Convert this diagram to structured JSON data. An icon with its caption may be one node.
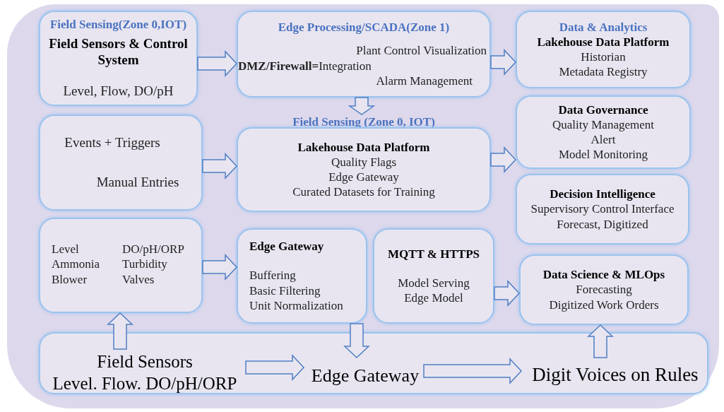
{
  "diagram": {
    "nodes": [
      {
        "text": [
          "Field Sensing(Zone 0,IOT)",
          "Field Sensors & Control System",
          "Level, Flow, DO/pH"
        ]
      },
      {
        "text": [
          "Edge Processing/SCADA(Zone 1)",
          "Plant Control Visualization",
          "**DMZ/Firewall=**Integration",
          "Alarm Management"
        ]
      },
      {
        "text": [
          "Data & Analytics",
          "Lakehouse Data Platform",
          "Historian",
          "Metadata Registry"
        ]
      },
      {
        "text": [
          "Events + Triggers",
          "Manual Entries"
        ]
      },
      {
        "text": [
          "Field Sensing (Zone 0, IOT)",
          "Lakehouse Data Platform",
          "Quality Flags",
          "Edge Gateway",
          "Curated Datasets for Training"
        ]
      },
      {
        "text": [
          "Data Governance",
          "Quality Management",
          "Alert",
          "Model Monitoring"
        ]
      },
      {
        "text": [
          "Decision Intelligence",
          "Supervisory Control Interface",
          "Forecast, Digitized"
        ]
      },
      {
        "text": [
          "Level",
          "DO/pH/ORP",
          "Ammonia",
          "Turbidity",
          "Blower",
          "Valves"
        ]
      },
      {
        "text": [
          "Edge Gateway",
          "Buffering",
          "Basic Filtering",
          "Unit Normalization"
        ]
      },
      {
        "text": [
          "MQTT & HTTPS",
          "Model Serving",
          "Edge Model"
        ]
      },
      {
        "text": [
          "Data Science & MLOps",
          "Forecasting",
          "Digitized Work Orders"
        ]
      },
      {
        "text": [],
        "shape": "box"
      },
      {
        "text": [
          "Field Sensors",
          "Level. Flow. DO/pH/ORP"
        ],
        "in": 11
      },
      {
        "text": [
          "Edge Gateway"
        ],
        "in": 11
      },
      {
        "text": [
          "Digit Voices on Rules"
        ],
        "in": 11
      }
    ],
    "edges": [
      {
        "from": 0,
        "to": 1,
        "arrow": "to"
      },
      {
        "from": 1,
        "to": 2,
        "arrow": "to"
      },
      {
        "from": 1,
        "to": 4,
        "arrow": "to"
      },
      {
        "from": 3,
        "to": 4,
        "arrow": "to"
      },
      {
        "from": 4,
        "to": 5,
        "arrow": "to"
      },
      {
        "from": 7,
        "to": 8,
        "arrow": "to"
      },
      {
        "from": 12,
        "to": 7,
        "arrow": "to"
      },
      {
        "from": 12,
        "to": 13,
        "arrow": "to"
      },
      {
        "from": 8,
        "to": 13,
        "arrow": "to"
      },
      {
        "from": 13,
        "to": 14,
        "arrow": "to"
      },
      {
        "from": 14,
        "to": 10,
        "arrow": "to"
      },
      {
        "from": 9,
        "to": 10,
        "arrow": "to"
      }
    ]
  }
}
